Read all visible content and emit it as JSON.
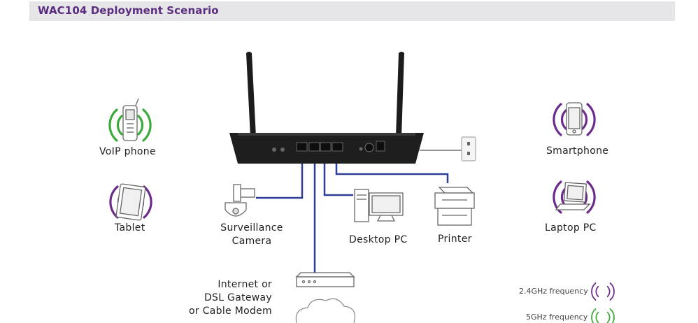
{
  "header": {
    "title": "WAC104 Deployment Scenario"
  },
  "devices": {
    "voip_phone": "VoIP phone",
    "tablet": "Tablet",
    "surveillance_camera_line1": "Surveillance",
    "surveillance_camera_line2": "Camera",
    "desktop_pc": "Desktop PC",
    "printer": "Printer",
    "smartphone": "Smartphone",
    "laptop_pc": "Laptop PC",
    "gateway_line1": "Internet or",
    "gateway_line2": "DSL Gateway",
    "gateway_line3": "or Cable Modem"
  },
  "legend": {
    "freq_24": "2.4GHz frequency",
    "freq_5": "5GHz frequency"
  },
  "colors": {
    "header_title": "#5a2d81",
    "wifi_24ghz": "#6b2c8c",
    "wifi_5ghz": "#3aab3a",
    "cable": "#2e3f9a",
    "router_body": "#1c1c1c"
  }
}
